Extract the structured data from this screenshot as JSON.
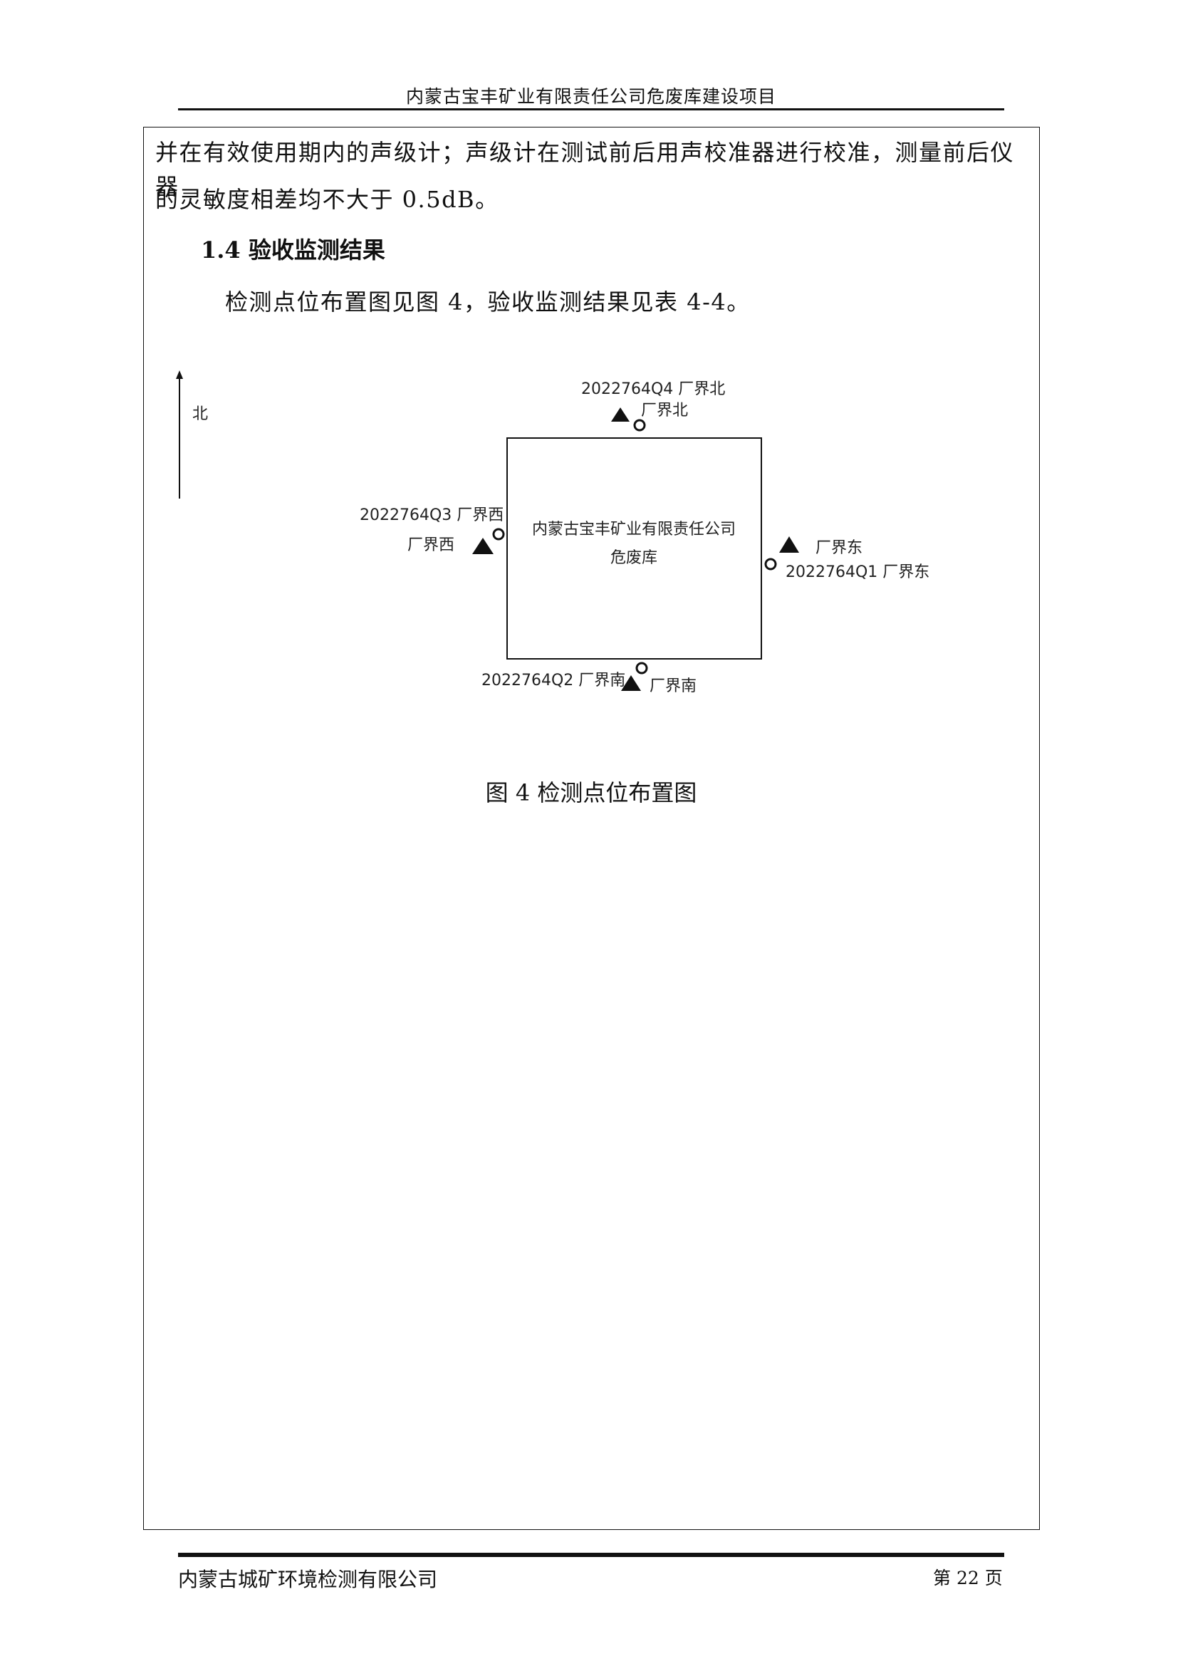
{
  "header": {
    "title": "内蒙古宝丰矿业有限责任公司危废库建设项目"
  },
  "body": {
    "para1_line1": "并在有效使用期内的声级计；声级计在测试前后用声校准器进行校准，测量前后仪器",
    "para1_line2": "的灵敏度相差均不大于 0.5dB。",
    "section_heading": "1.4 验收监测结果",
    "para2": "检测点位布置图见图 4，验收监测结果见表 4-4。"
  },
  "diagram": {
    "north_label": "北",
    "building_line1": "内蒙古宝丰矿业有限责任公司",
    "building_line2": "危废库",
    "points": {
      "north_id": "2022764Q4 厂界北",
      "north_tri": "厂界北",
      "west_id": "2022764Q3 厂界西",
      "west_tri": "厂界西",
      "east_tri": "厂界东",
      "east_id": "2022764Q1 厂界东",
      "south_id": "2022764Q2 厂界南",
      "south_tri": "厂界南"
    },
    "caption": "图 4 检测点位布置图"
  },
  "footer": {
    "company": "内蒙古城矿环境检测有限公司",
    "page": "第 22 页"
  }
}
